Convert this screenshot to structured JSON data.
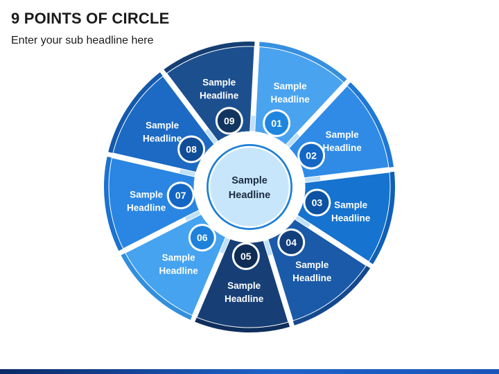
{
  "title": "9 POINTS OF CIRCLE",
  "subtitle": "Enter your sub headline here",
  "center": {
    "line1": "Sample",
    "line2": "Headline"
  },
  "segments": [
    {
      "number": "01",
      "line1": "Sample",
      "line2": "Headline",
      "color": "#4aa3ef",
      "rim": "#3590df",
      "badge": "#1f86e0"
    },
    {
      "number": "02",
      "line1": "Sample",
      "line2": "Headline",
      "color": "#2f8be6",
      "rim": "#1e78d6",
      "badge": "#1467c4"
    },
    {
      "number": "03",
      "line1": "Sample",
      "line2": "Headline",
      "color": "#1673cf",
      "rim": "#0e60b7",
      "badge": "#0d52a3"
    },
    {
      "number": "04",
      "line1": "Sample",
      "line2": "Headline",
      "color": "#1a5aa8",
      "rim": "#14498f",
      "badge": "#123f7c"
    },
    {
      "number": "05",
      "line1": "Sample",
      "line2": "Headline",
      "color": "#173f76",
      "rim": "#0f2f5c",
      "badge": "#0f2c55"
    },
    {
      "number": "06",
      "line1": "Sample",
      "line2": "Headline",
      "color": "#45a3f0",
      "rim": "#318fdd",
      "badge": "#1e82dc"
    },
    {
      "number": "07",
      "line1": "Sample",
      "line2": "Headline",
      "color": "#2a86e2",
      "rim": "#1a72d1",
      "badge": "#1366c3"
    },
    {
      "number": "08",
      "line1": "Sample",
      "line2": "Headline",
      "color": "#1c6ac4",
      "rim": "#1459ab",
      "badge": "#0f4d97"
    },
    {
      "number": "09",
      "line1": "Sample",
      "line2": "Headline",
      "color": "#1c4f8e",
      "rim": "#153f73",
      "badge": "#12355f"
    }
  ]
}
